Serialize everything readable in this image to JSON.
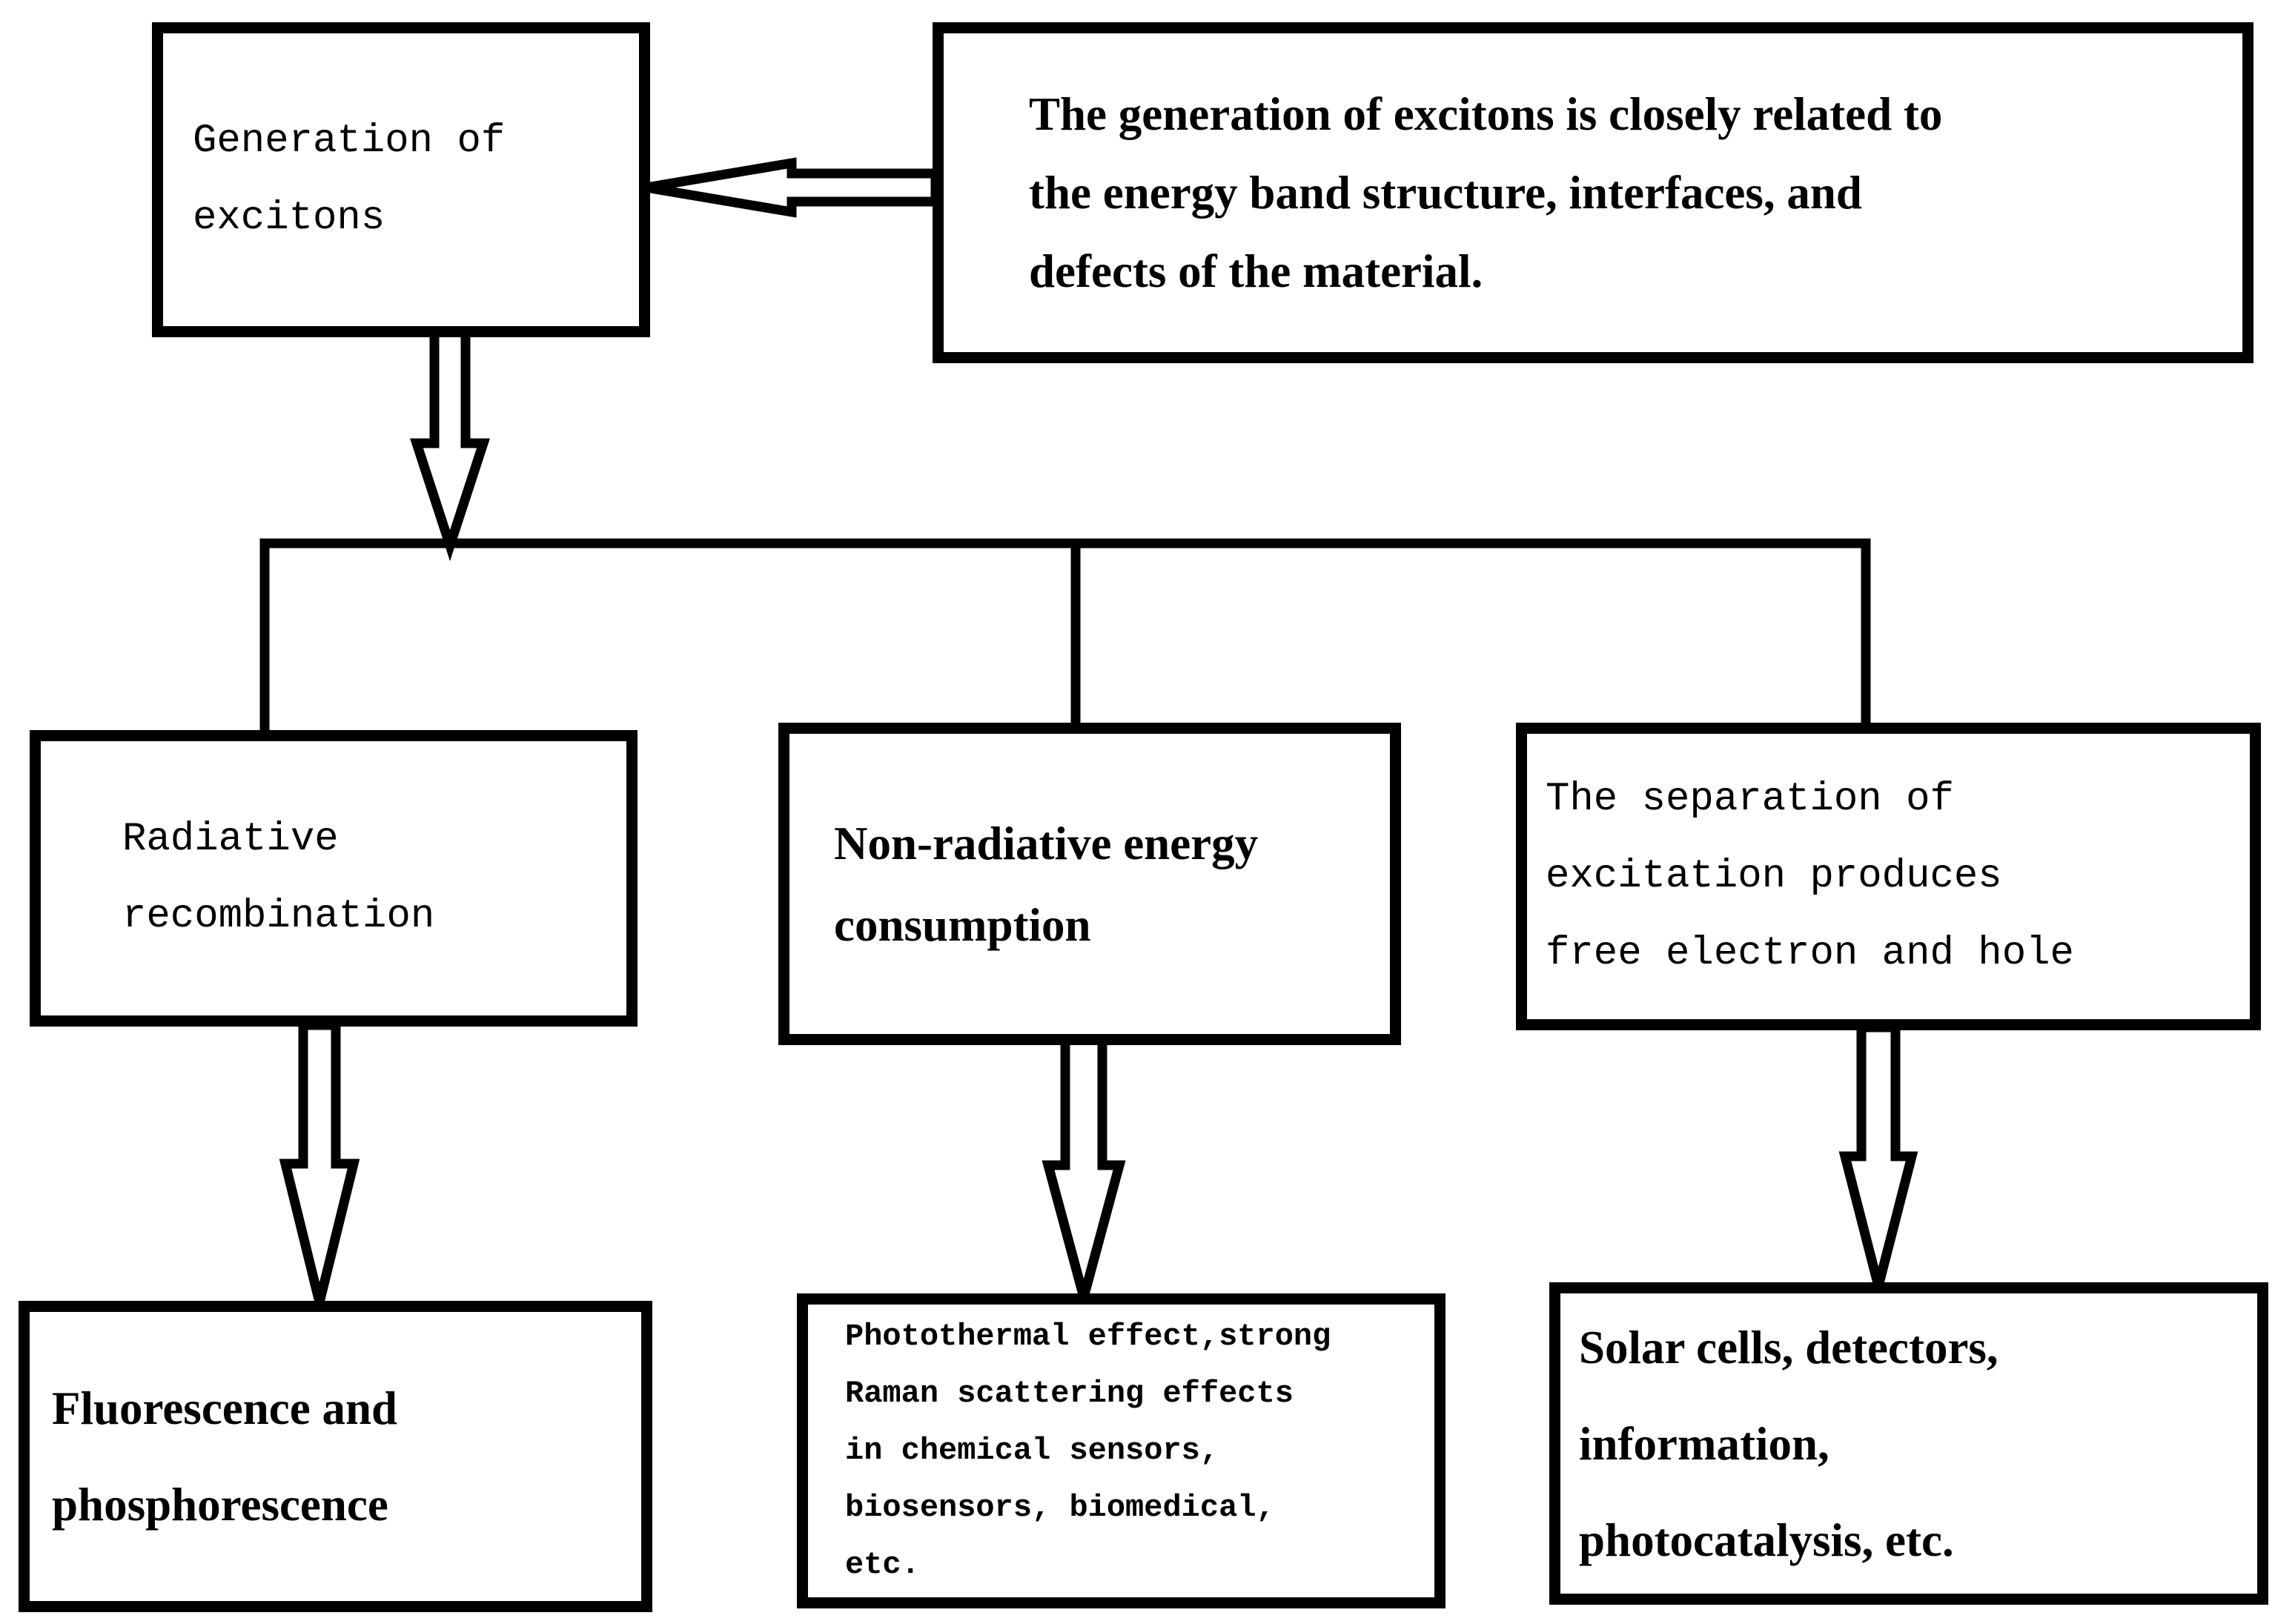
{
  "page": {
    "background": "#ffffff",
    "ink": "#000000"
  },
  "flowchart": {
    "nodes": {
      "generation": {
        "id": "generation-of-excitons",
        "text": "Generation of\nexcitons"
      },
      "note": {
        "id": "generation-note",
        "text": "The generation of excitons is closely related to\nthe energy band structure, interfaces, and\ndefects of the material."
      },
      "radiative": {
        "id": "radiative-recombination",
        "text": "Radiative\nrecombination"
      },
      "nonradiative": {
        "id": "non-radiative-energy-consumption",
        "text": "Non-radiative energy\nconsumption"
      },
      "separation": {
        "id": "separation-of-excitation",
        "text": "The separation of\nexcitation produces\nfree electron and hole"
      },
      "fluorescence": {
        "id": "fluorescence-and-phosphorescence",
        "text": "Fluorescence and\nphosphorescence"
      },
      "photothermal": {
        "id": "photothermal-applications",
        "text": "Photothermal effect,strong\nRaman scattering effects\nin chemical sensors,\nbiosensors, biomedical,\netc."
      },
      "solar": {
        "id": "optoelectronic-applications",
        "text": "Solar cells, detectors,\ninformation,\nphotocatalysis, etc."
      }
    },
    "edges": [
      {
        "from": "generation-note",
        "to": "generation-of-excitons",
        "style": "hollow-arrow",
        "direction": "left"
      },
      {
        "from": "generation-of-excitons",
        "to": "branch-line",
        "style": "hollow-arrow",
        "direction": "down"
      },
      {
        "from": "branch-line",
        "to": "radiative-recombination",
        "style": "line"
      },
      {
        "from": "branch-line",
        "to": "non-radiative-energy-consumption",
        "style": "line"
      },
      {
        "from": "branch-line",
        "to": "separation-of-excitation",
        "style": "line"
      },
      {
        "from": "radiative-recombination",
        "to": "fluorescence-and-phosphorescence",
        "style": "hollow-arrow",
        "direction": "down"
      },
      {
        "from": "non-radiative-energy-consumption",
        "to": "photothermal-applications",
        "style": "hollow-arrow",
        "direction": "down"
      },
      {
        "from": "separation-of-excitation",
        "to": "optoelectronic-applications",
        "style": "hollow-arrow",
        "direction": "down"
      }
    ]
  }
}
